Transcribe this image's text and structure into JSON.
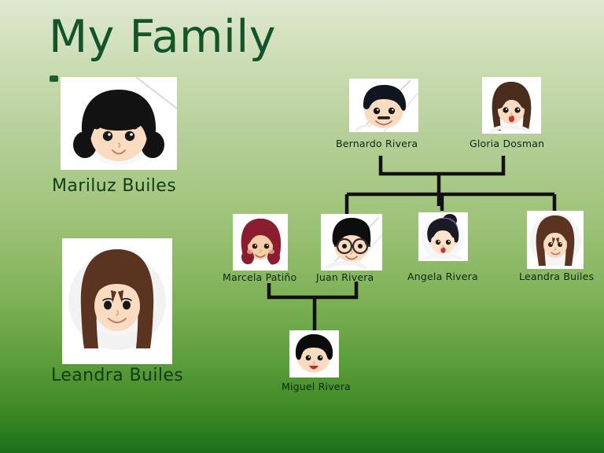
{
  "slide": {
    "title": "My Family",
    "background": {
      "top_color": "#dfe8cf",
      "bottom_color": "#1d7019"
    },
    "title_color": "#14542a",
    "label_color": "#133c16",
    "line_color": "#111111"
  },
  "featured": [
    {
      "name": "Mariluz Builes",
      "hair": "black-pigtails",
      "hair_color": "#121212",
      "skin_color": "#fbdcc0"
    },
    {
      "name": "Leandra Builes",
      "hair": "long-brown-bangs",
      "hair_color": "#5a3420",
      "skin_color": "#fbdcc0"
    }
  ],
  "tree": {
    "generation_1": [
      {
        "name": "Bernardo Rivera",
        "hair_color": "#10161f",
        "skin_color": "#fbdcc0",
        "has_mustache": true
      },
      {
        "name": "Gloria Dosman",
        "hair_color": "#4a2d1c",
        "skin_color": "#fbdcc0",
        "has_mustache": false
      }
    ],
    "generation_2": [
      {
        "name": "Marcela Patiño",
        "hair_color": "#8c1d30",
        "skin_color": "#f6cfa8",
        "spouse_of": "Juan Rivera"
      },
      {
        "name": "Juan Rivera",
        "hair_color": "#0d0d0d",
        "skin_color": "#fbdcc0",
        "has_glasses": true
      },
      {
        "name": "Angela Rivera",
        "hair_color": "#1a1a24",
        "skin_color": "#fde4cb",
        "accent_color": "#7b5aa6"
      },
      {
        "name": "Leandra Builes",
        "hair_color": "#5a3420",
        "skin_color": "#fbdcc0"
      }
    ],
    "generation_3": [
      {
        "name": "Miguel Rivera",
        "hair_color": "#0b0b0b",
        "skin_color": "#fbdcc0",
        "mouth_color": "#c22a2a"
      }
    ]
  }
}
